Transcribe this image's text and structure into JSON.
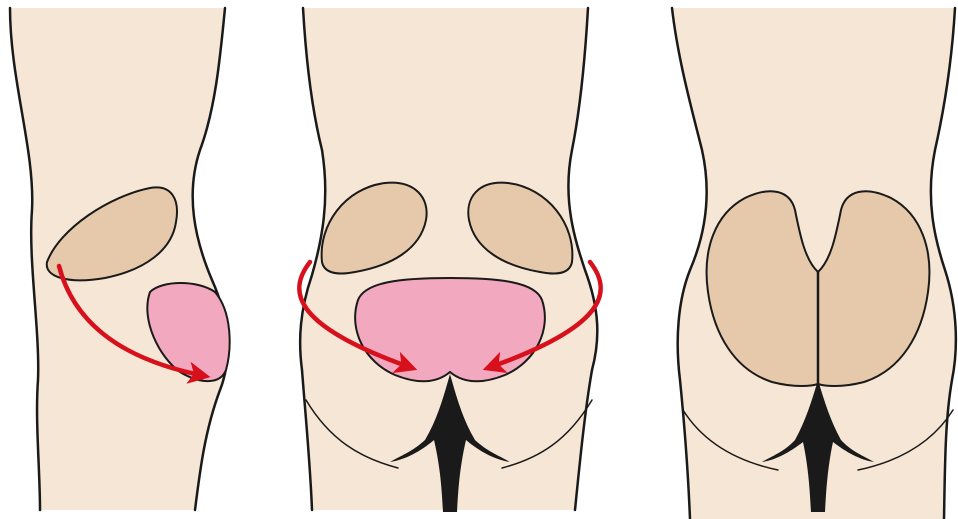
{
  "colors": {
    "skin": "#F6E6D6",
    "flap": "#E5C9AA",
    "defect": "#F2A8BE",
    "outline": "#1A1A1A",
    "arrow": "#D7101C",
    "background": "#FFFFFF"
  },
  "panels": [
    {
      "view": "oblique-side",
      "shows": [
        "flap-outline",
        "defect",
        "advancement-arrow"
      ]
    },
    {
      "view": "posterior",
      "shows": [
        "left-flap",
        "right-flap",
        "defect",
        "left-arrow",
        "right-arrow"
      ]
    },
    {
      "view": "posterior-result",
      "shows": [
        "left-flap-inset",
        "right-flap-inset",
        "midline-closure"
      ]
    }
  ]
}
